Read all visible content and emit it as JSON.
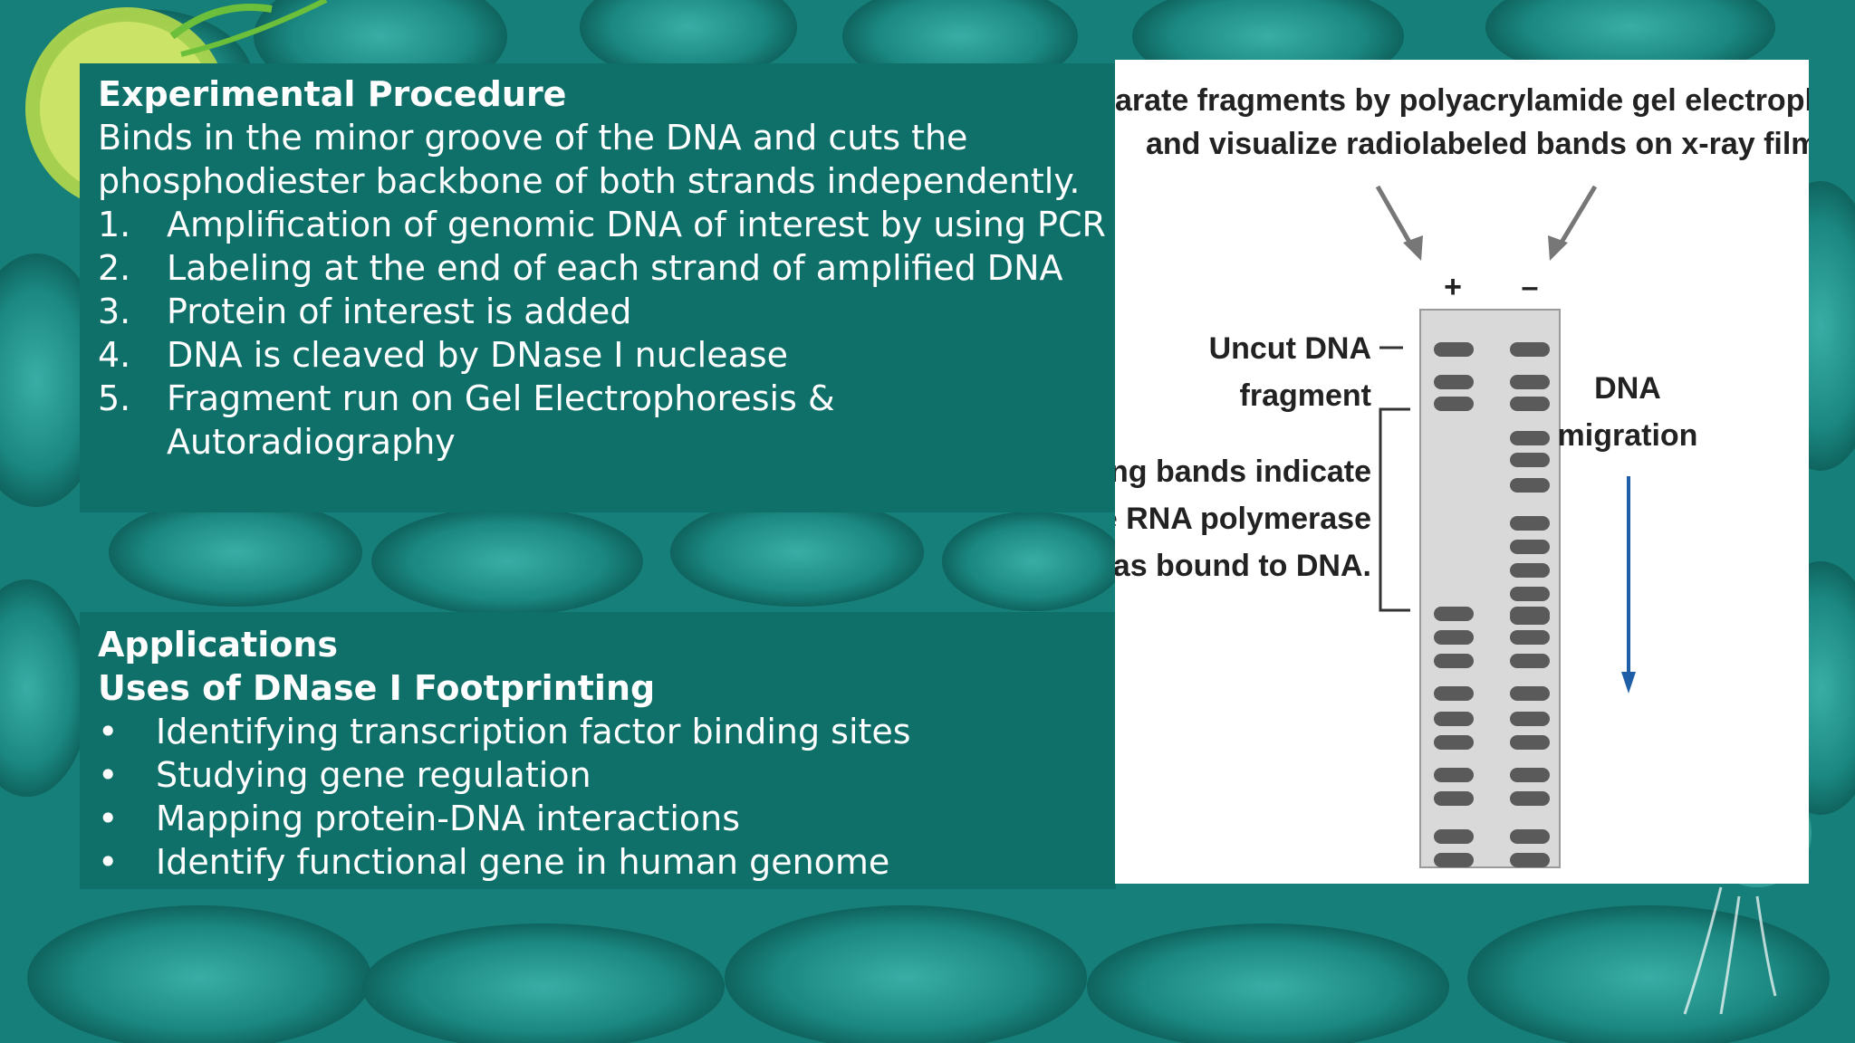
{
  "procedure": {
    "heading": "Experimental Procedure",
    "intro": "Binds in the minor groove of the DNA and cuts the phosphodiester backbone of both strands independently.",
    "steps": [
      {
        "num": "1.",
        "text": "Amplification of genomic DNA of interest by using PCR"
      },
      {
        "num": "2.",
        "text": "Labeling at the end of each strand of amplified DNA"
      },
      {
        "num": "3.",
        "text": "Protein of interest is added"
      },
      {
        "num": "4.",
        "text": "DNA is cleaved by DNase I nuclease"
      },
      {
        "num": "5.",
        "text": "Fragment run on Gel Electrophoresis & Autoradiography"
      }
    ]
  },
  "applications": {
    "heading": "Applications",
    "subheading": "Uses of DNase I Footprinting",
    "bullet_symbol": "•",
    "items": [
      "Identifying transcription factor binding sites",
      "Studying gene regulation",
      "Mapping protein-DNA interactions",
      "Identify functional gene in human genome"
    ]
  },
  "figure": {
    "title_line1": "Separate fragments by polyacrylamide gel electrophoresis",
    "title_line2": "and visualize radiolabeled bands on x-ray film.",
    "lane_plus": "+",
    "lane_minus": "–",
    "uncut_line1": "Uncut DNA",
    "uncut_line2": "fragment",
    "missing_line1": "Missing bands indicate",
    "missing_line2": "where RNA polymerase",
    "missing_line3": "was bound to DNA.",
    "migration_line1": "DNA",
    "migration_line2": "migration",
    "band_color": "#5a5a5a",
    "gel_color": "#d9d9d9",
    "arrow_color": "#1f5fa8",
    "lanes": {
      "plus_bands": [
        1,
        2,
        3,
        12,
        13,
        14,
        15,
        16,
        17,
        18,
        19,
        20,
        21
      ],
      "minus_bands": [
        1,
        2,
        3,
        4,
        5,
        6,
        7,
        8,
        9,
        10,
        11,
        12,
        13,
        14,
        15,
        16,
        17,
        18,
        19,
        20,
        21
      ]
    }
  }
}
